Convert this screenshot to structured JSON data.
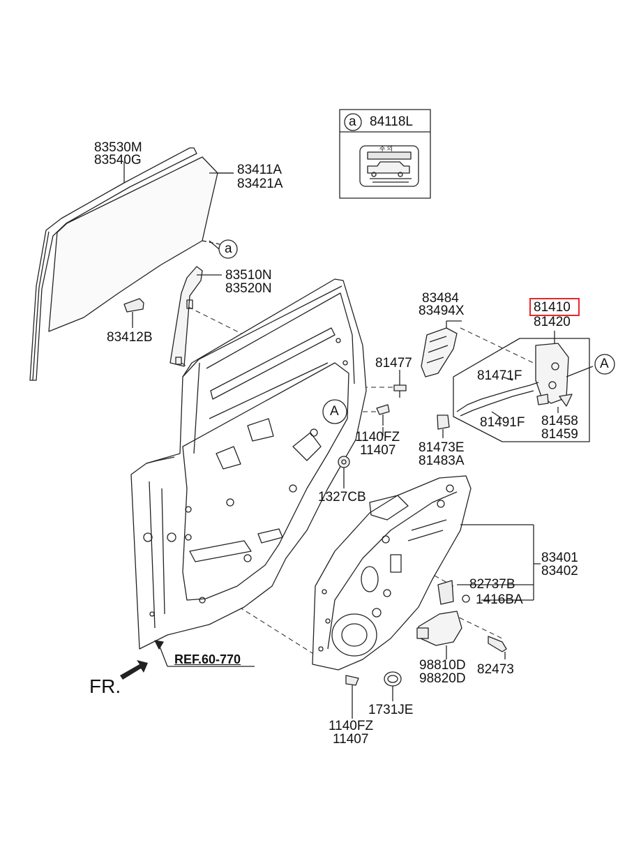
{
  "accent_color": "#e8262b",
  "line_color": "#222222",
  "inset_box": {
    "callout_letter": "a",
    "part_number": "84118L",
    "label_caption": "주 의",
    "icon": "vehicle-caution-label-icon"
  },
  "callouts": {
    "a_on_glass": "a",
    "A_on_door": "A",
    "A_on_latch": "A"
  },
  "parts": {
    "glass_run": [
      "83530M",
      "83540G"
    ],
    "door_glass": [
      "83411A",
      "83421A"
    ],
    "glass_carrier": "83412B",
    "channel": [
      "83510N",
      "83520N"
    ],
    "outside_handle": [
      "83484",
      "83494X"
    ],
    "latch": {
      "highlighted": "81410",
      "second": "81420"
    },
    "bolt_81477": "81477",
    "cable_top": "81471F",
    "cable_bottom": "81491F",
    "latch_parts": [
      "81458",
      "81459"
    ],
    "bolt_mid": [
      "1140FZ",
      "11407"
    ],
    "striker": [
      "81473E",
      "81483A"
    ],
    "nut": "1327CB",
    "regulator": [
      "83401",
      "83402"
    ],
    "bracket": "82737B",
    "grommet": "1416BA",
    "motor": [
      "98810D",
      "98820D"
    ],
    "bolt_motor": "82473",
    "bolt_bottom": [
      "1140FZ",
      "11407"
    ],
    "plug": "1731JE"
  },
  "reference": "REF.60-770",
  "front_label": "FR."
}
